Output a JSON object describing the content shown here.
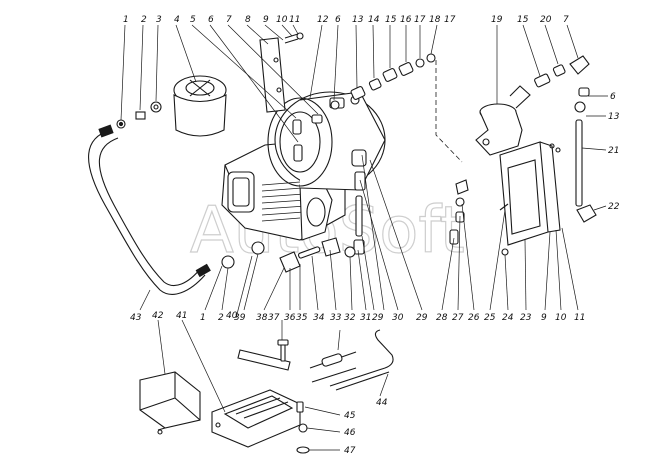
{
  "watermark": "AutoSoft",
  "labels": {
    "top": [
      "1",
      "2",
      "3",
      "4",
      "5",
      "6",
      "7",
      "8",
      "9",
      "10",
      "11",
      "12",
      "6",
      "13",
      "14",
      "15",
      "16",
      "17",
      "18",
      "17",
      "19",
      "15",
      "20",
      "7"
    ],
    "right": [
      "6",
      "13",
      "21",
      "22"
    ],
    "bottom": [
      "43",
      "1",
      "2",
      "39",
      "40",
      "38",
      "37",
      "36",
      "35",
      "34",
      "33",
      "32",
      "31",
      "29",
      "30",
      "29",
      "28",
      "27",
      "26",
      "25",
      "24",
      "23",
      "9",
      "10",
      "11"
    ],
    "lower": [
      "42",
      "41",
      "44",
      "45",
      "46",
      "47"
    ]
  }
}
